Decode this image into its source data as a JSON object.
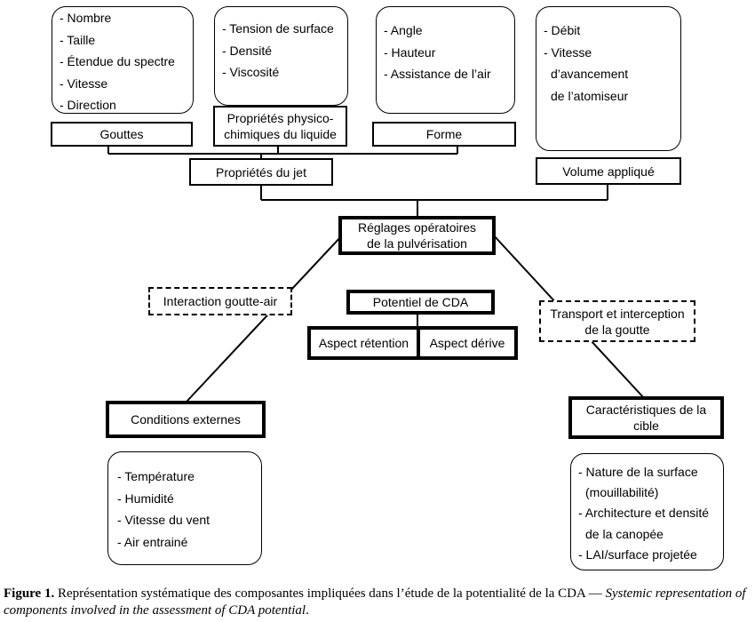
{
  "lists": {
    "gouttes": [
      "- Nombre",
      "- Taille",
      "- Étendue du spectre",
      "- Vitesse",
      "- Direction"
    ],
    "liquide": [
      "- Tension de surface",
      "- Densité",
      "- Viscosité"
    ],
    "forme": [
      "- Angle",
      "- Hauteur",
      "- Assistance de l’air"
    ],
    "volume": [
      "- Débit",
      "- Vitesse",
      "d’avancement",
      "de l’atomiseur"
    ],
    "conditions": [
      "- Température",
      "- Humidité",
      "- Vitesse du vent",
      "- Air entrainé"
    ],
    "cible": [
      "- Nature de la surface",
      "(mouillabilité)",
      "- Architecture et densité",
      "de la canopée",
      "- LAI/surface projetée"
    ]
  },
  "boxes": {
    "gouttes": "Gouttes",
    "proprietes_liquide_1": "Propriétés physico-",
    "proprietes_liquide_2": "chimiques du liquide",
    "forme": "Forme",
    "proprietes_jet": "Propriétés du jet",
    "volume_applique": "Volume appliqué",
    "reglages_1": "Réglages opératoires",
    "reglages_2": "de la pulvérisation",
    "interaction": "Interaction goutte-air",
    "potentiel": "Potentiel de CDA",
    "aspect_retention": "Aspect rétention",
    "aspect_derive": "Aspect dérive",
    "transport_1": "Transport et interception",
    "transport_2": "de la goutte",
    "conditions_externes": "Conditions externes",
    "caracteristiques_1": "Caractéristiques de la",
    "caracteristiques_2": "cible"
  },
  "caption": {
    "label": "Figure 1.",
    "text_fr": " Représentation systématique des composantes impliquées dans l’étude de la potentialité de la CDA — ",
    "text_en": "Systemic representation of components involved in the assessment of CDA potential",
    "end": "."
  }
}
